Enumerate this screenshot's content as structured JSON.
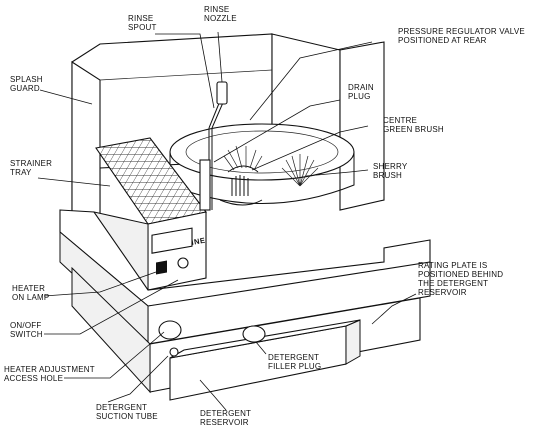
{
  "labels": {
    "rinse_spout": [
      "RINSE",
      "SPOUT"
    ],
    "rinse_nozzle": [
      "RINSE",
      "NOZZLE"
    ],
    "pressure_regulator": [
      "PRESSURE REGULATOR VALVE",
      "POSITIONED AT REAR"
    ],
    "splash_guard": [
      "SPLASH",
      "GUARD"
    ],
    "drain_plug": [
      "DRAIN",
      "PLUG"
    ],
    "centre_brush": [
      "CENTRE",
      "GREEN BRUSH"
    ],
    "strainer_tray": [
      "STRAINER",
      "TRAY"
    ],
    "sherry_brush": [
      "SHERRY",
      "BRUSH"
    ],
    "rating_plate": [
      "RATING PLATE IS",
      "POSITIONED BEHIND",
      "THE DETERGENT",
      "RESERVOIR"
    ],
    "heater_lamp": [
      "HEATER",
      "ON LAMP"
    ],
    "onoff_switch": [
      "ON/OFF",
      "SWITCH"
    ],
    "heater_adjust": [
      "HEATER ADJUSTMENT",
      "ACCESS HOLE"
    ],
    "detergent_filler": [
      "DETERGENT",
      "FILLER PLUG"
    ],
    "detergent_suction": [
      "DETERGENT",
      "SUCTION TUBE"
    ],
    "detergent_reservoir": [
      "DETERGENT",
      "RESERVOIR"
    ]
  },
  "brand": "STREAMLINE"
}
